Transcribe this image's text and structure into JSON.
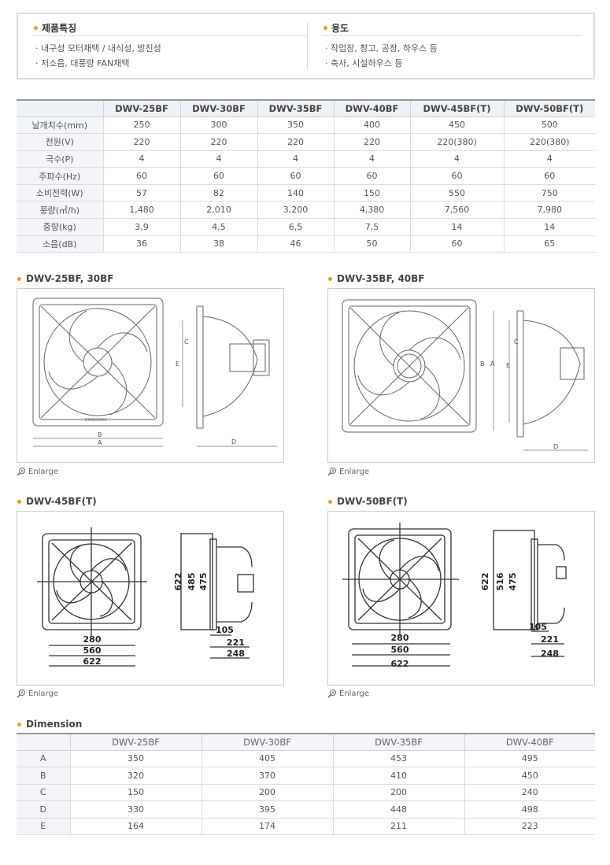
{
  "features": {
    "title": "제품특징",
    "items": [
      "내구성 모터채택 / 내식성, 방진성",
      "저소음, 대풍량 FAN채택"
    ]
  },
  "usage": {
    "title": "용도",
    "items": [
      "작업장, 창고, 공장, 하우스 등",
      "축사, 시설하우스 등"
    ]
  },
  "spec_table": {
    "headers": [
      "",
      "DWV-25BF",
      "DWV-30BF",
      "DWV-35BF",
      "DWV-40BF",
      "DWV-45BF(T)",
      "DWV-50BF(T)"
    ],
    "rows": [
      [
        "날개치수(mm)",
        "250",
        "300",
        "350",
        "400",
        "450",
        "500"
      ],
      [
        "전원(V)",
        "220",
        "220",
        "220",
        "220",
        "220(380)",
        "220(380)"
      ],
      [
        "극수(P)",
        "4",
        "4",
        "4",
        "4",
        "4",
        "4"
      ],
      [
        "주파수(Hz)",
        "60",
        "60",
        "60",
        "60",
        "60",
        "60"
      ],
      [
        "소비전력(W)",
        "57",
        "82",
        "140",
        "150",
        "550",
        "750"
      ],
      [
        "풍량(㎥/h)",
        "1,480",
        "2,010",
        "3,200",
        "4,380",
        "7,560",
        "7,980"
      ],
      [
        "중량(kg)",
        "3,9",
        "4,5",
        "6,5",
        "7,5",
        "14",
        "14"
      ],
      [
        "소음(dB)",
        "36",
        "38",
        "46",
        "50",
        "60",
        "65"
      ]
    ]
  },
  "drawings": [
    {
      "title": "DWV-25BF, 30BF",
      "enlarge": "Enlarge",
      "brand": "DONGWOO",
      "labels": [
        "A",
        "B",
        "C",
        "D",
        "E"
      ]
    },
    {
      "title": "DWV-35BF, 40BF",
      "enlarge": "Enlarge",
      "labels": [
        "A",
        "B",
        "C",
        "D",
        "E"
      ]
    },
    {
      "title": "DWV-45BF(T)",
      "enlarge": "Enlarge",
      "dims": [
        "280",
        "560",
        "622",
        "622",
        "485",
        "475",
        "105",
        "221",
        "248"
      ]
    },
    {
      "title": "DWV-50BF(T)",
      "enlarge": "Enlarge",
      "dims": [
        "280",
        "560",
        "622",
        "622",
        "516",
        "475",
        "105",
        "221",
        "248"
      ]
    }
  ],
  "dimension": {
    "title": "Dimension",
    "headers": [
      "",
      "DWV-25BF",
      "DWV-30BF",
      "DWV-35BF",
      "DWV-40BF"
    ],
    "rows": [
      [
        "A",
        "350",
        "405",
        "453",
        "495"
      ],
      [
        "B",
        "320",
        "370",
        "410",
        "450"
      ],
      [
        "C",
        "150",
        "200",
        "200",
        "240"
      ],
      [
        "D",
        "330",
        "395",
        "448",
        "498"
      ],
      [
        "E",
        "164",
        "174",
        "211",
        "223"
      ]
    ]
  }
}
